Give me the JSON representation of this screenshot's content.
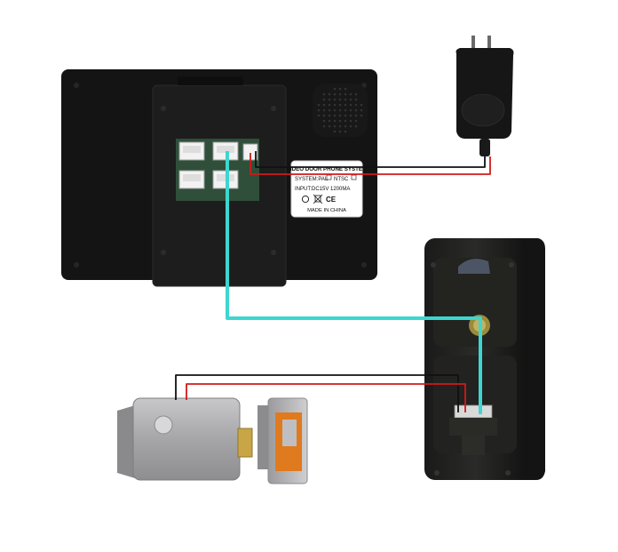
{
  "monitor_label": {
    "line1": "VIDEO DOOR PHONE SYSTEM",
    "line2_prefix": "SYSTEM:PAL",
    "line2_suffix": "NTSC",
    "line3": "INPUT:DC15V 1200MA",
    "line5": "MADE IN CHINA",
    "ce_mark": "CE"
  },
  "colors": {
    "video_wire": "#3dd6d0",
    "power_wire": "#d11a1a",
    "ground_wire": "#111111",
    "device_body": "#141414",
    "lock_body": "#a9a9ab",
    "strike_accent": "#e07a1e"
  }
}
